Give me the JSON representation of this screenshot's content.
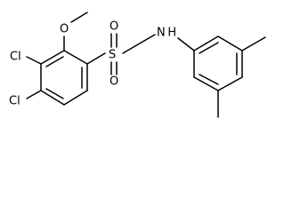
{
  "atoms": {
    "cl_upper": "Cl",
    "cl_lower": "Cl",
    "methoxy_oxygen": "O",
    "sulfonyl_sulfur": "S",
    "sulfonyl_oxygen_top": "O",
    "sulfonyl_oxygen_bottom": "O",
    "amine_nh": "N H"
  },
  "colors": {
    "bond": "#000000",
    "label": "#000000",
    "background": "#ffffff"
  }
}
